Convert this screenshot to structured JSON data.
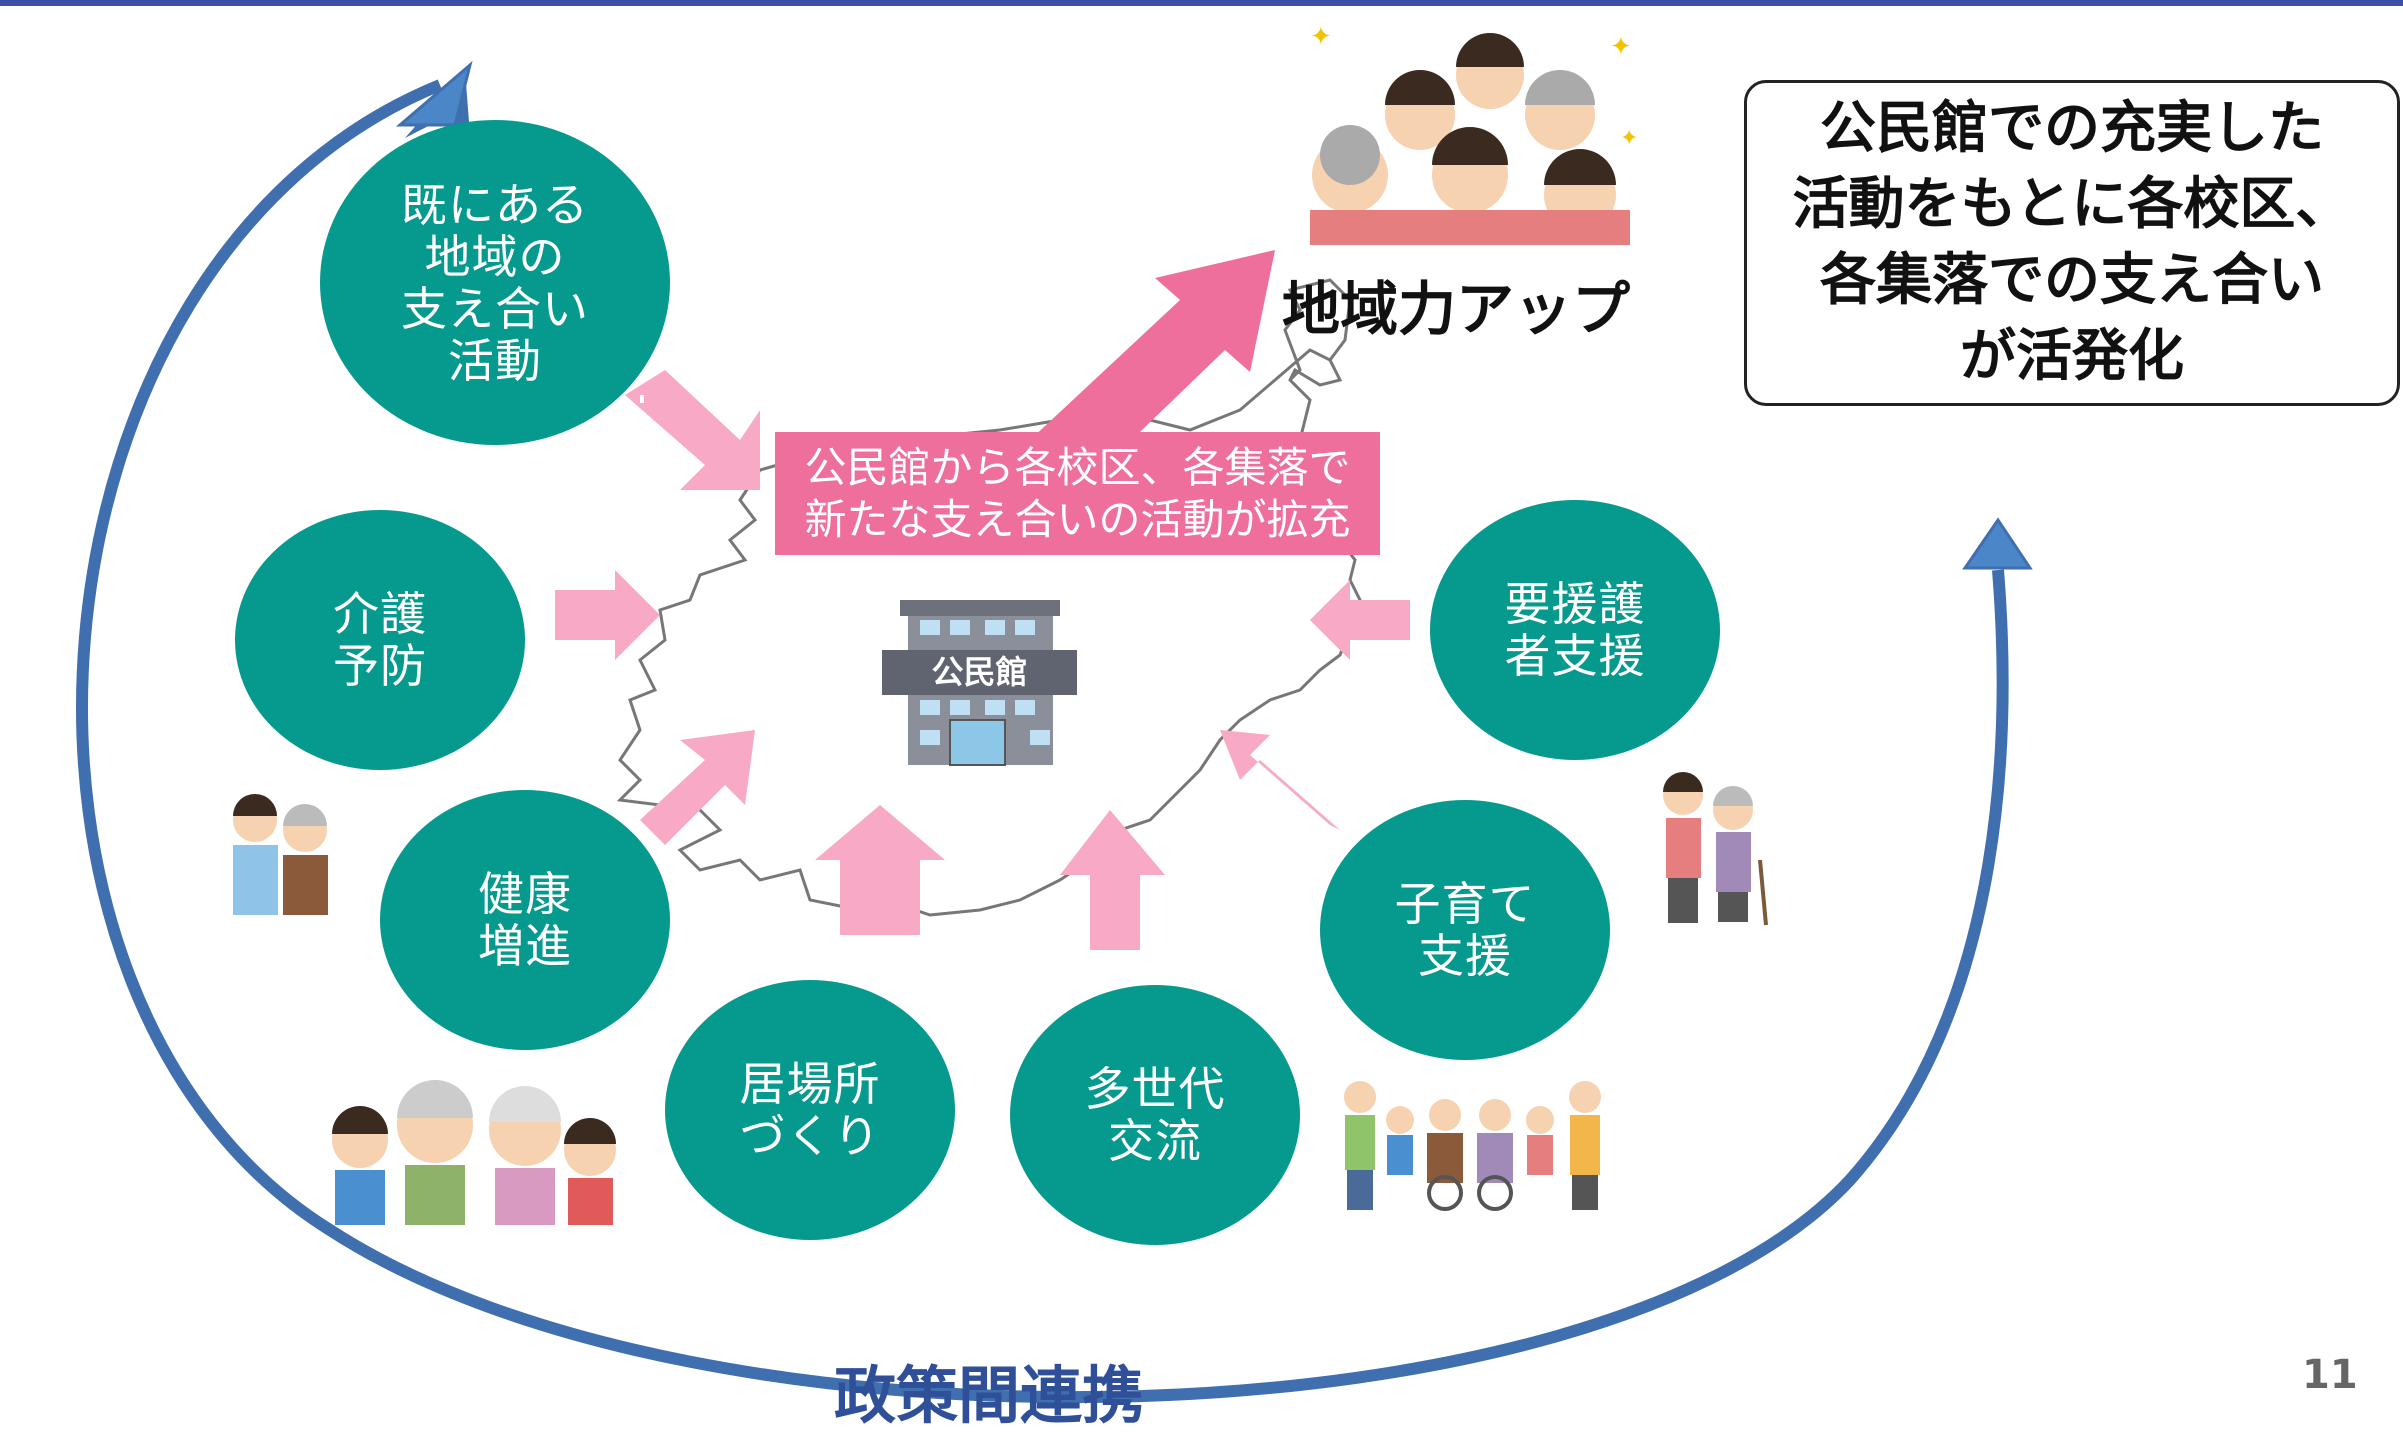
{
  "center_banner": {
    "line1": "公民館から各校区、各集落で",
    "line2": "新たな支え合いの活動が拡充"
  },
  "community_hall_sign": "公民館",
  "regional_power_label": "地域力アップ",
  "callout": {
    "text": "公民館での充実した\n活動をもとに各校区、\n各集落での支え合い\nが活発化"
  },
  "activities": [
    {
      "label": "既にある\n地域の\n支え合い\n活動"
    },
    {
      "label": "介護\n予防"
    },
    {
      "label": "健康\n増進"
    },
    {
      "label": "居場所\nづくり"
    },
    {
      "label": "多世代\n交流"
    },
    {
      "label": "子育て\n支援"
    },
    {
      "label": "要援護\n者支援"
    }
  ],
  "policy_label": "政策間連携",
  "page_number": "11",
  "colors": {
    "teal": "#069a8f",
    "pink": "#ee6f9c",
    "light_pink": "#f7a9c6",
    "blue": "#3f6fae",
    "dark_blue_text": "#2f4f98"
  }
}
